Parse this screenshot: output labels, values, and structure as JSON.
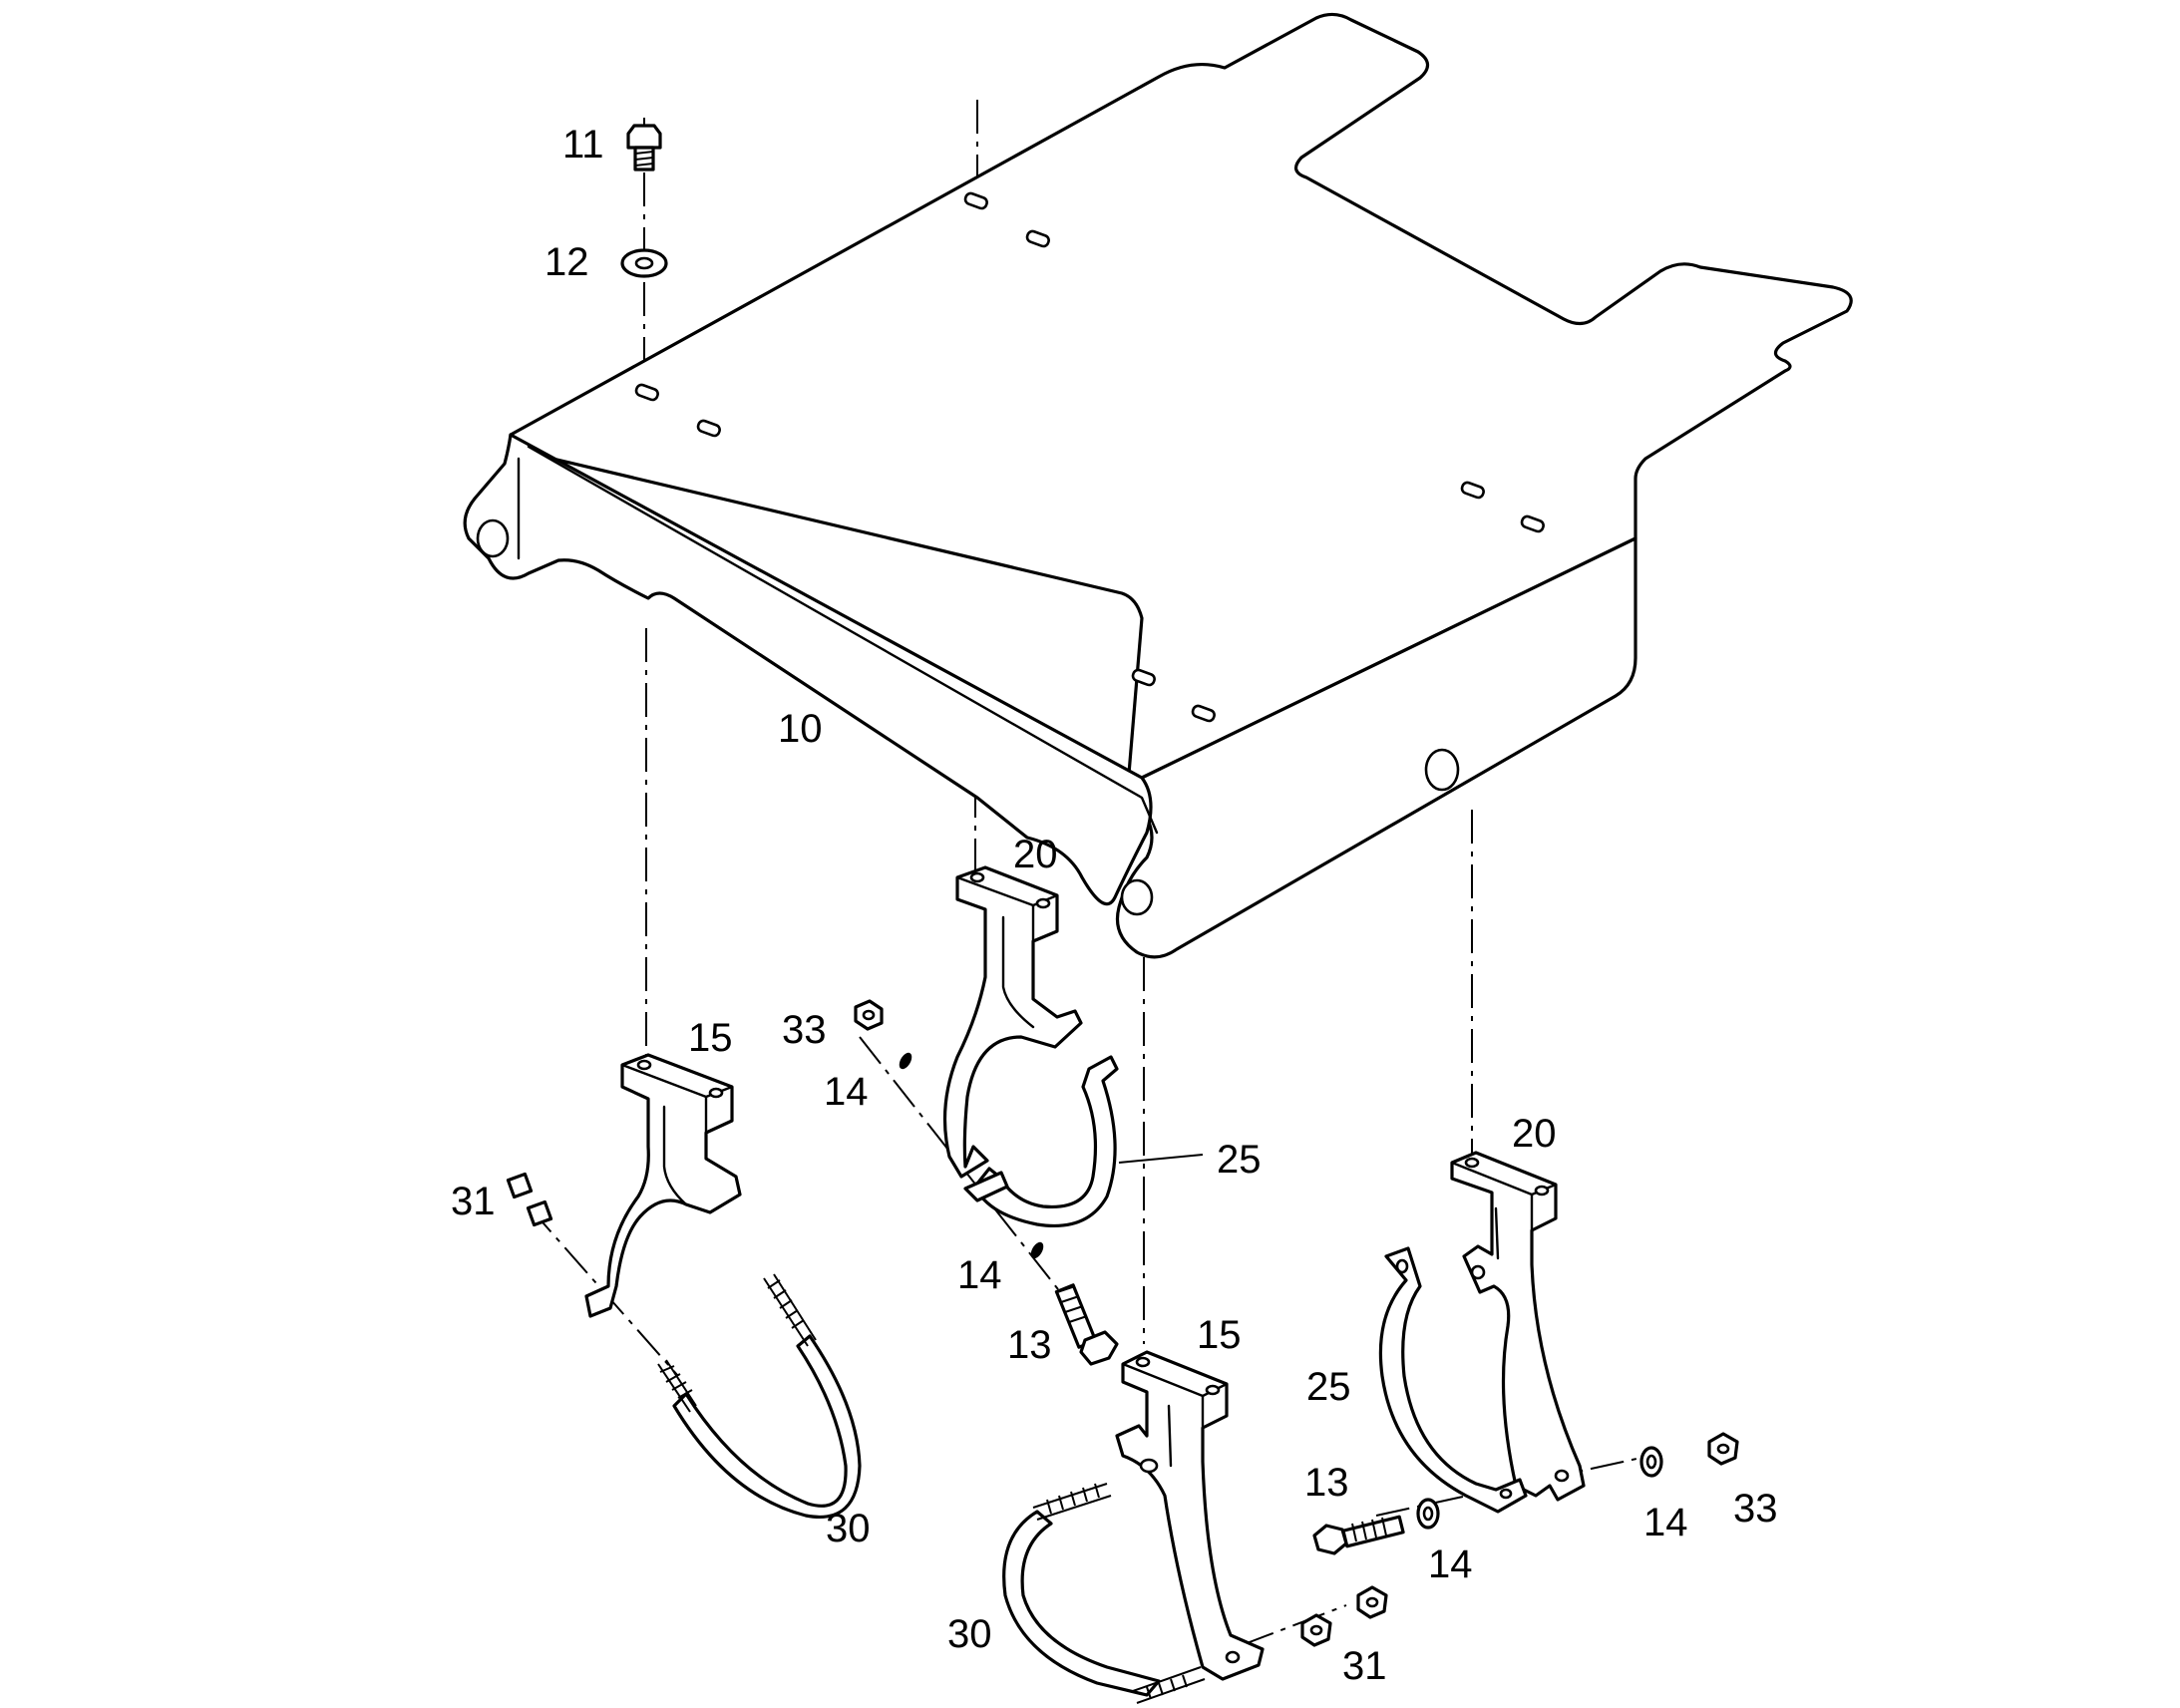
{
  "callouts": {
    "c10": "10",
    "c11": "11",
    "c12": "12",
    "c15a": "15",
    "c15b": "15",
    "c20a": "20",
    "c20b": "20",
    "c25a": "25",
    "c25b": "25",
    "c31a": "31",
    "c31b": "31",
    "c33a": "33",
    "c33b": "33",
    "c14a": "14",
    "c14b": "14",
    "c14c": "14",
    "c14d": "14",
    "c13a": "13",
    "c13b": "13",
    "c30a": "30",
    "c30b": "30"
  },
  "colors": {
    "line": "#000000",
    "background": "#ffffff"
  }
}
